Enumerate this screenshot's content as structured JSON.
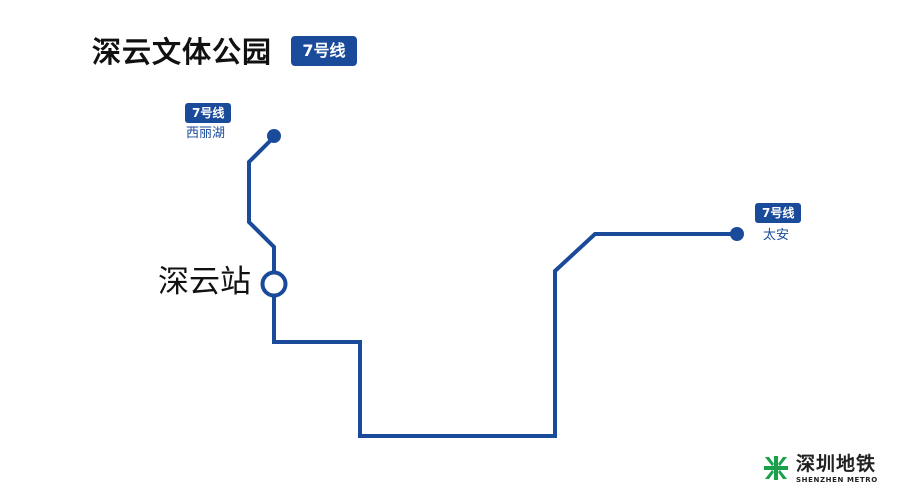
{
  "header": {
    "title": "深云文体公园",
    "line_badge": "7号线"
  },
  "route": {
    "line_color": "#1a4a9a",
    "terminal_west": {
      "badge": "7号线",
      "name": "西丽湖"
    },
    "terminal_east": {
      "badge": "7号线",
      "name": "太安"
    },
    "current_station": "深云站"
  },
  "logo": {
    "name_cn": "深圳地铁",
    "name_en": "SHENZHEN METRO",
    "brand_color": "#1aa04a"
  }
}
